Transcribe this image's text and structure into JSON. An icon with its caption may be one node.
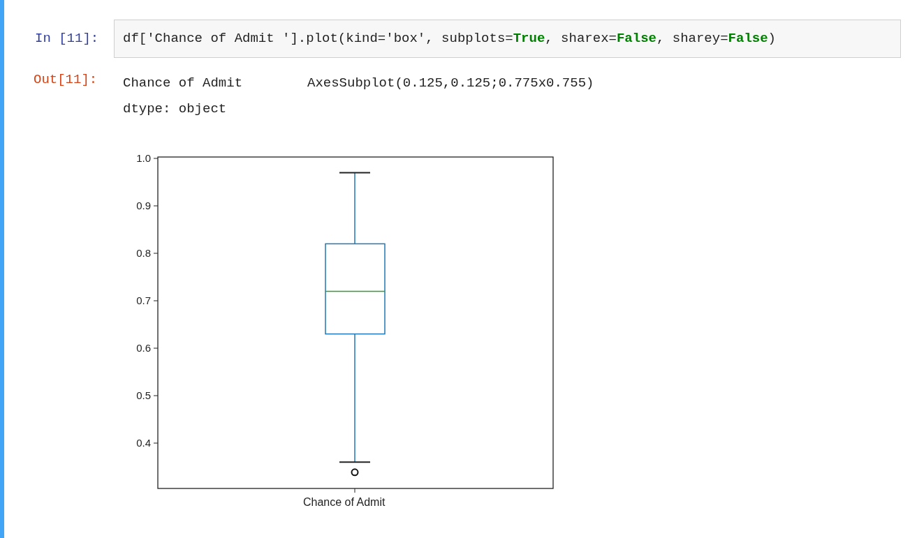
{
  "diagram": {
    "labels": [
      "In [11]:",
      "df['Chance of Admit '].plot(kind='box', subplots=**True**, sharex=**False**, sharey=**False**)",
      "Out[11]:",
      "Chance of Admit",
      "AxesSubplot(0.125,0.125;0.775x0.755)",
      "dtype: object",
      "1.0",
      "0.9",
      "0.8",
      "0.7",
      "0.6",
      "0.5",
      "0.4",
      "Chance of Admit"
    ]
  }
}
